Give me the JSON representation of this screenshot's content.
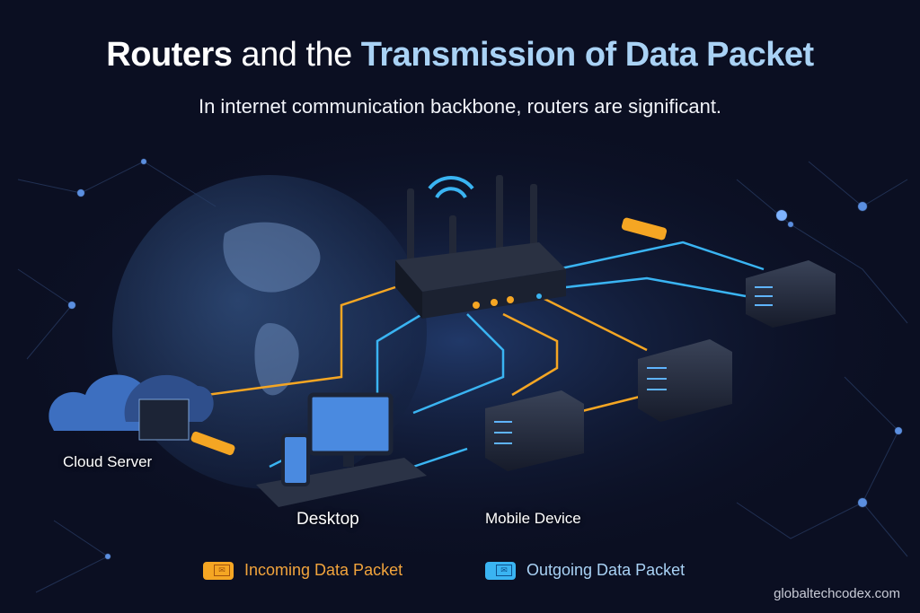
{
  "title": {
    "part1": "Routers",
    "part2": " and the ",
    "part3": "Transmission of Data Packet"
  },
  "subtitle": "In internet communication backbone, routers are significant.",
  "labels": {
    "cloud": "Cloud Server",
    "desktop": "Desktop",
    "mobile": "Mobile Device"
  },
  "legend": [
    {
      "label": "Incoming Data Packet",
      "color": "#f5a623",
      "icon": "envelope-icon"
    },
    {
      "label": "Outgoing Data Packet",
      "color": "#3ab4f2",
      "icon": "envelope-icon"
    }
  ],
  "credit": "globaltechcodex.com"
}
